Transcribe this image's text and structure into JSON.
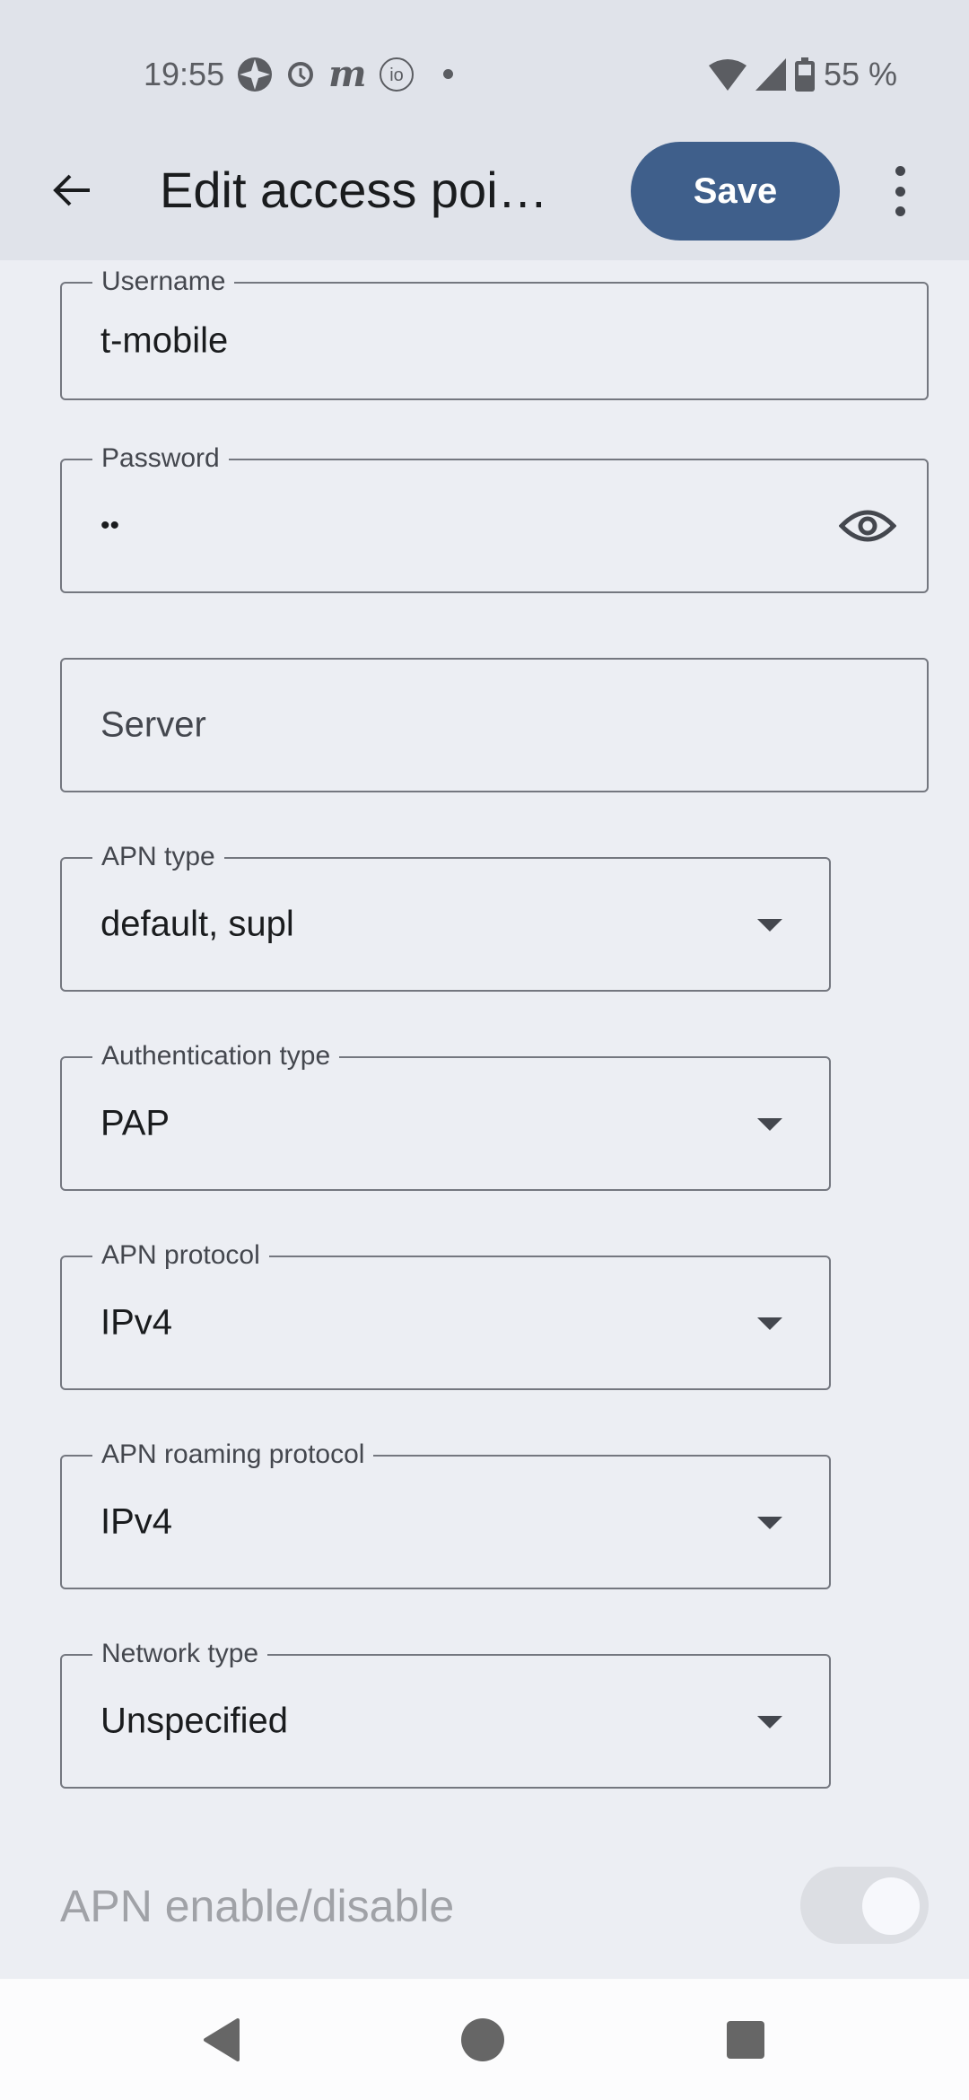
{
  "status_bar": {
    "time": "19:55",
    "battery": "55 %"
  },
  "toolbar": {
    "title": "Edit access poi…",
    "save_label": "Save"
  },
  "fields": {
    "username": {
      "label": "Username",
      "value": "t-mobile"
    },
    "password": {
      "label": "Password",
      "value": "••"
    },
    "server": {
      "placeholder": "Server"
    },
    "apn_type": {
      "label": "APN type",
      "value": "default, supl"
    },
    "auth_type": {
      "label": "Authentication type",
      "value": "PAP"
    },
    "apn_protocol": {
      "label": "APN protocol",
      "value": "IPv4"
    },
    "roaming_protocol": {
      "label": "APN roaming protocol",
      "value": "IPv4"
    },
    "network_type": {
      "label": "Network type",
      "value": "Unspecified"
    }
  },
  "apn_enable": {
    "label": "APN enable/disable",
    "enabled": true
  },
  "colors": {
    "accent": "#3f5f8b",
    "background": "#eceef3",
    "header": "#e0e3ea"
  }
}
